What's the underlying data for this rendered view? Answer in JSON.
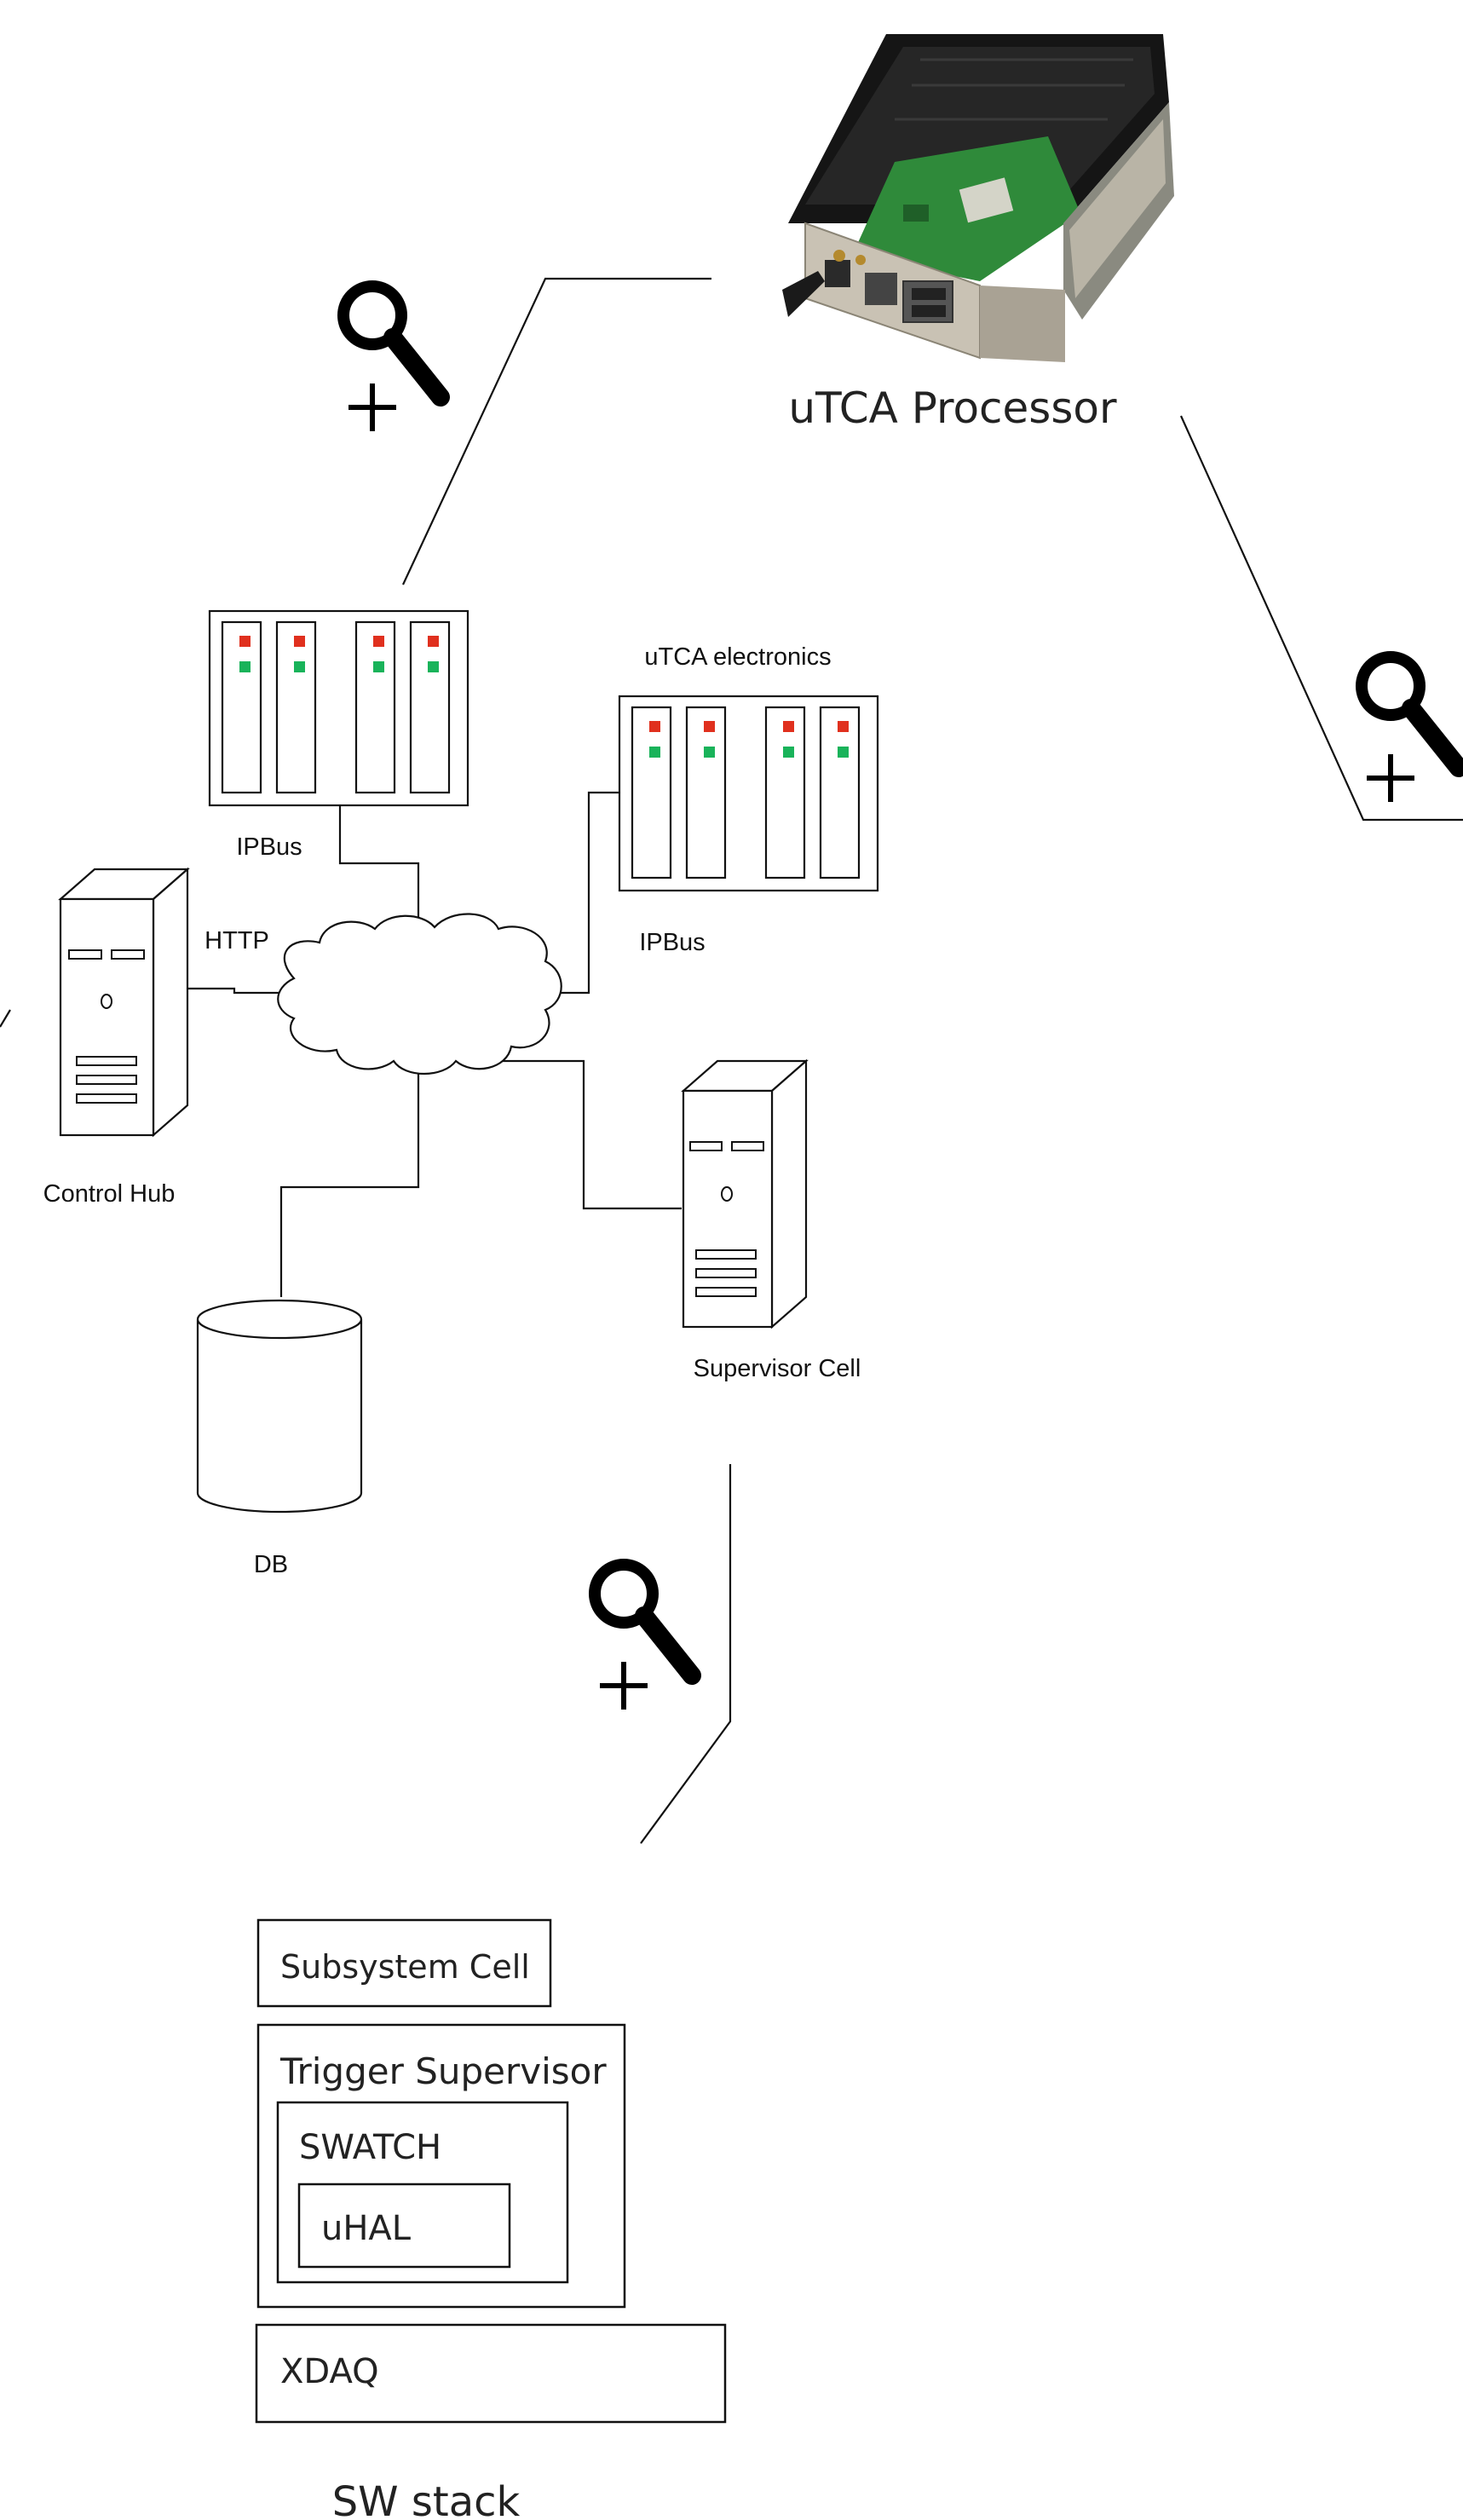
{
  "processor": {
    "label": "uTCA Processor"
  },
  "network": {
    "utca_title": "uTCA electronics",
    "ipbus_left": "IPBus",
    "ipbus_right": "IPBus",
    "http": "HTTP",
    "control_hub": "Control Hub",
    "supervisor_cell": "Supervisor Cell",
    "db": "DB"
  },
  "sw_stack": {
    "subsystem_cell": "Subsystem Cell",
    "trigger_supervisor": "Trigger Supervisor",
    "swatch": "SWATCH",
    "uhal": "uHAL",
    "xdaq": "XDAQ",
    "caption": "SW stack"
  },
  "icons": {
    "zoom": "zoom-in-icon",
    "server": "server-tower-icon",
    "crate": "utca-crate-icon",
    "cloud": "network-cloud-icon",
    "database": "database-cylinder-icon",
    "board": "processor-board-image"
  },
  "colors": {
    "led_red": "#e0301e",
    "led_green": "#19b35a",
    "pcb_green": "#2f8a3a",
    "heatsink": "#1a1a1a",
    "faceplate": "#c9c2b4"
  }
}
